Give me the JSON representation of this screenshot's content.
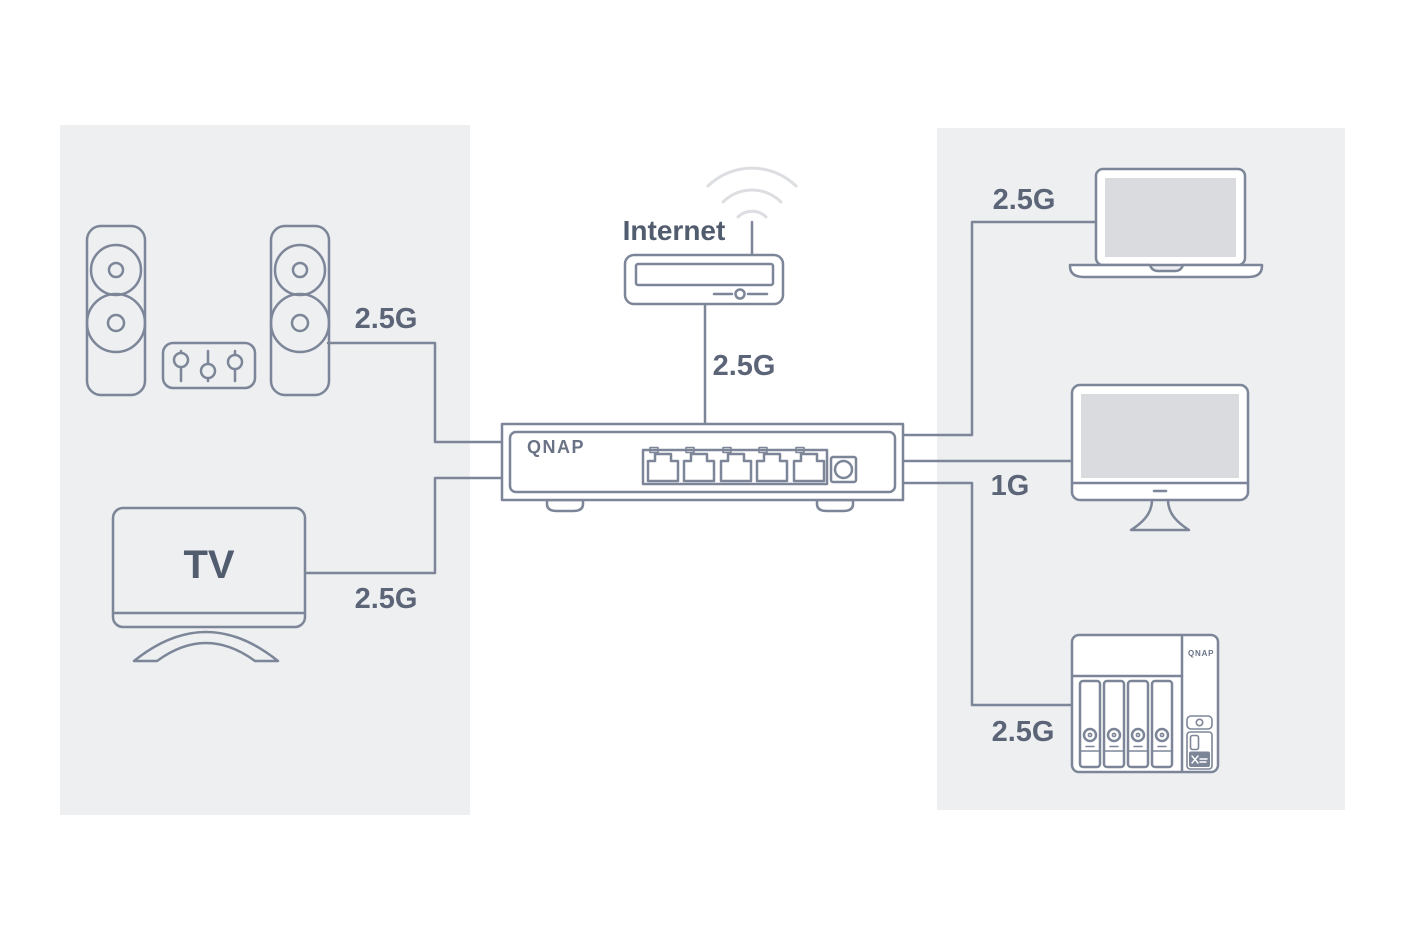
{
  "diagram_type": "network-topology",
  "colors": {
    "page": "#ffffff",
    "panel": "#edeff1",
    "line": "#7d8698",
    "screen": "#d9dbde",
    "wifi": "#dcdee1",
    "text_dark": "#525c6f",
    "label_text": "#5c6578"
  },
  "labels": {
    "internet": "Internet",
    "tv": "TV"
  },
  "switch": {
    "logo": "QNAP",
    "port_count": 5
  },
  "nas": {
    "logo": "QNAP",
    "bay_count": 4
  },
  "links": {
    "speakers": {
      "speed": "2.5G"
    },
    "tv": {
      "speed": "2.5G"
    },
    "internet": {
      "speed": "2.5G"
    },
    "laptop": {
      "speed": "2.5G"
    },
    "desktop": {
      "speed": "1G"
    },
    "nas": {
      "speed": "2.5G"
    }
  }
}
